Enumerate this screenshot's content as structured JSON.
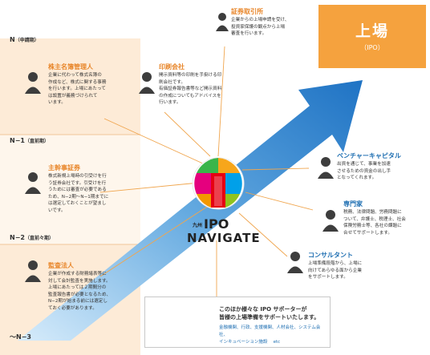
{
  "phases": {
    "n": {
      "main": "N",
      "sub": "（申請期）"
    },
    "n1": {
      "main": "N−1",
      "sub": "（直前期）"
    },
    "n2": {
      "main": "N−2",
      "sub": "（直前々期）"
    },
    "n3": {
      "main": "〜N−3",
      "sub": ""
    }
  },
  "goal": {
    "title": "上場",
    "subtitle": "（IPO）"
  },
  "logo": {
    "prefix": "九州",
    "line1": "IPO",
    "line2": "NAVIGATE"
  },
  "supporters": {
    "securities_exchange": {
      "title": "証券取引所",
      "lines": [
        "企業からの上場申請を受け、",
        "投資家保護の観点から上場",
        "審査を行います。"
      ]
    },
    "transfer_agent": {
      "title": "株主名簿管理人",
      "lines": [
        "企業に代わって株式名簿の",
        "作成など、株式に関する事務",
        "を行います。上場にあたって",
        "は設置が義務づけられて",
        "います。"
      ]
    },
    "printing_company": {
      "title": "印刷会社",
      "lines": [
        "開示資料等の印刷を手掛ける印",
        "刷会社です。",
        "有価証券報告書等など開示資料",
        "の作成についてもアドバイスを",
        "行います。"
      ]
    },
    "lead_underwriter": {
      "title": "主幹事証券",
      "lines": [
        "株式新規上場時の引受けを行",
        "う証券会社です。引受けを行",
        "うためには審査が必要である",
        "ため、N−2期〜N−1期までに",
        "は選定しておくことが望まし",
        "いです。"
      ]
    },
    "venture_capital": {
      "title": "ベンチャーキャピタル",
      "lines": [
        "出資を通じて、事業を加速",
        "させるための資金の出し手",
        "となってくれます。"
      ]
    },
    "specialist": {
      "title": "専門家",
      "lines": [
        "税務、法律問題、労務問題に",
        "ついて、弁護士、税理士、社会",
        "保険労務士等、各社の課題に",
        "合せてサポートします。"
      ]
    },
    "consultant": {
      "title": "コンサルタント",
      "lines": [
        "上場準備段階から、上場に",
        "向けてあらゆる面から企業",
        "をサポートします。"
      ]
    },
    "auditor": {
      "title": "監査法人",
      "lines": [
        "企業が作成する財務諸表等に",
        "対して会計監査を実施します。",
        "上場にあたっては２期間分の",
        "監査報告書が必要となるため、",
        "N−2期が始まる前には選定し",
        "ておく必要があります。"
      ]
    }
  },
  "others_box": {
    "lines": [
      "このほか様々な IPO サポーターが",
      "皆様の上場準備をサポートいたします。"
    ],
    "blue_lines": [
      "金融機関、行政、支援機関、人材会社、システム会社、",
      "インキュベーション施設　 etc"
    ]
  },
  "colors": {
    "orange": "#e8862a",
    "blue": "#1f6fb2",
    "goal": "#f5a23e",
    "band": "#fdebd7"
  }
}
